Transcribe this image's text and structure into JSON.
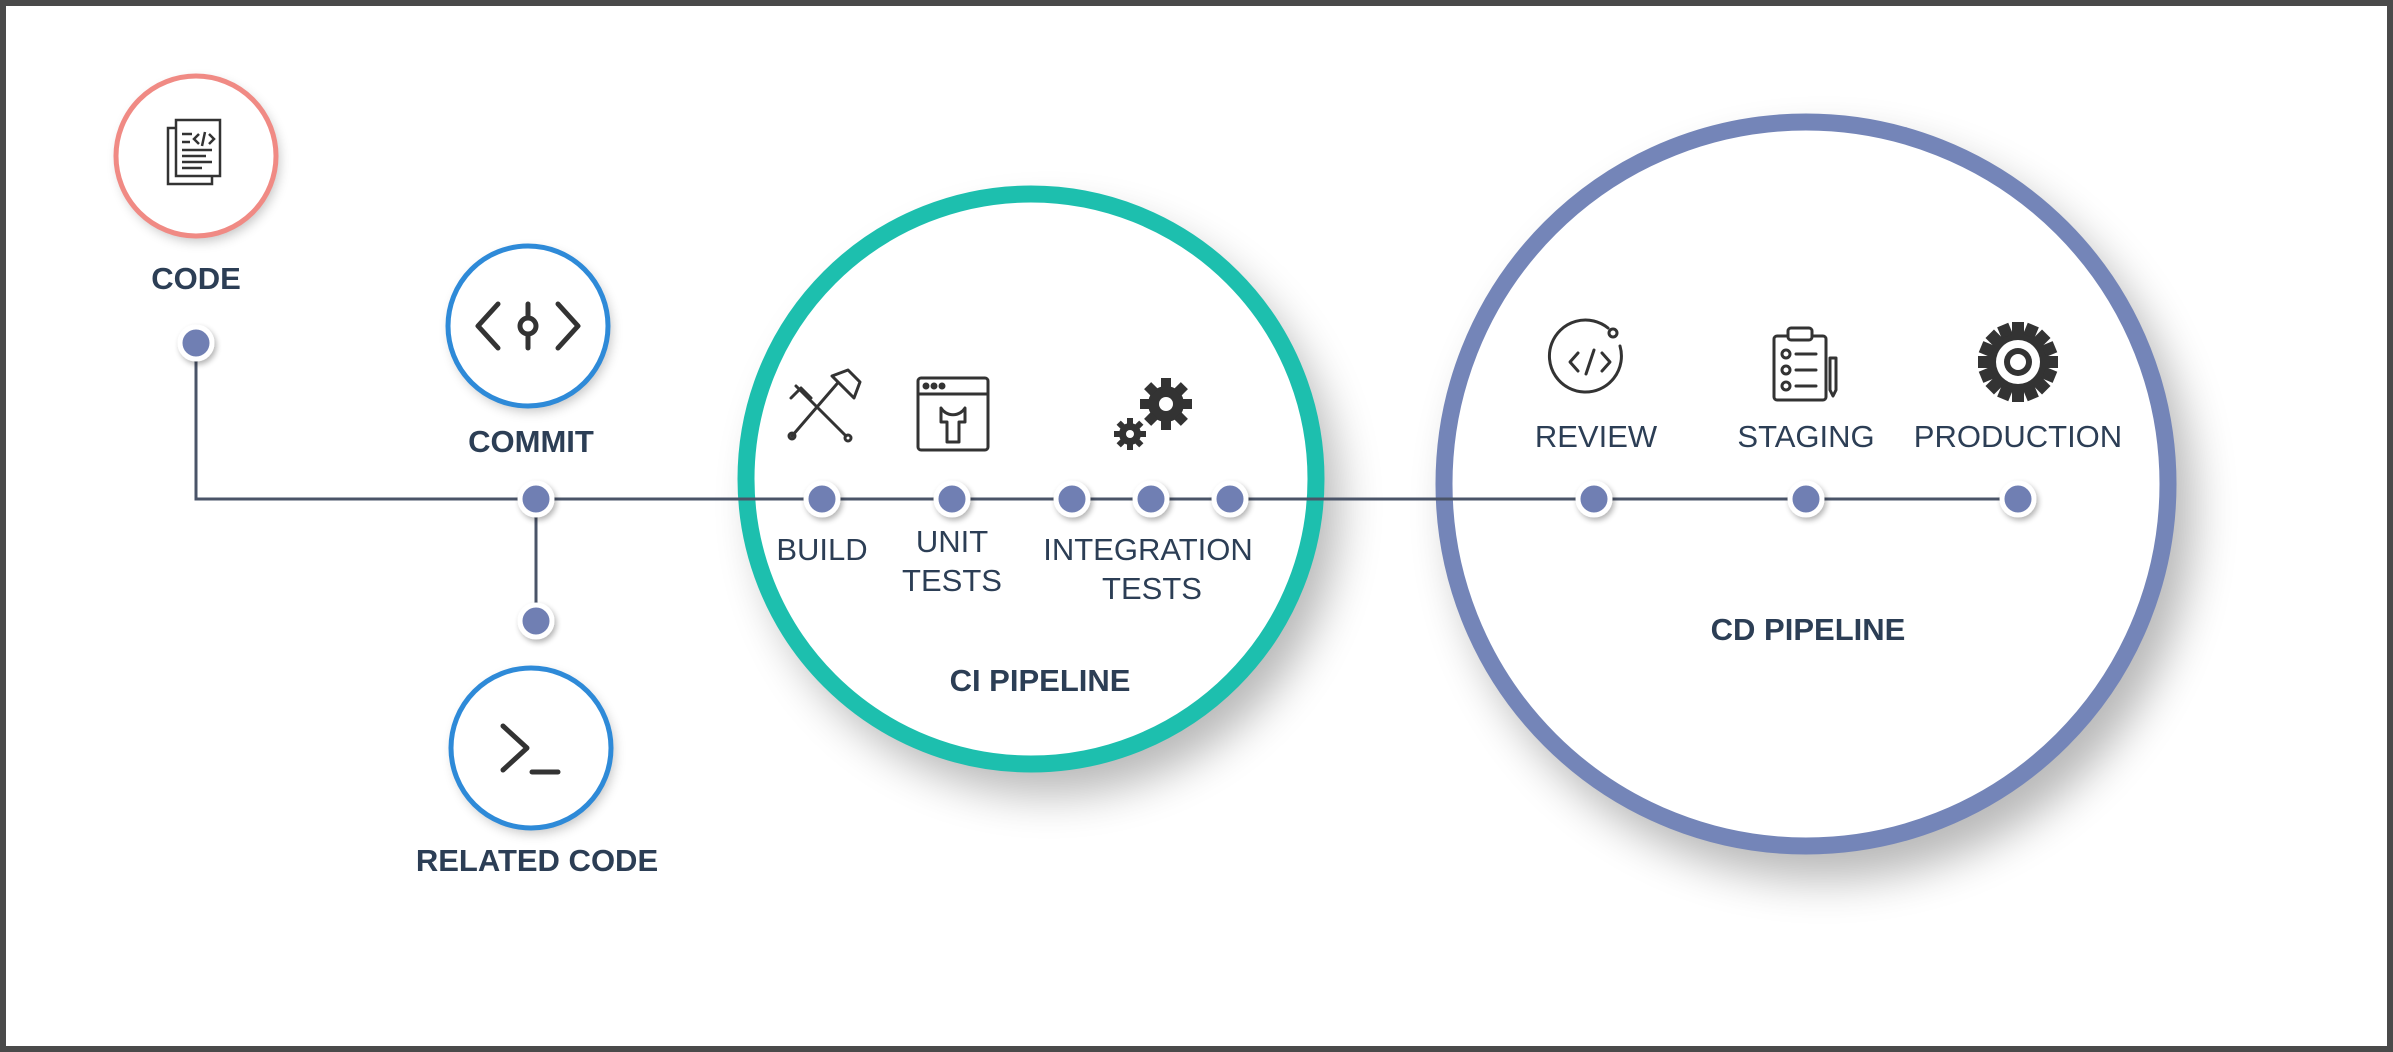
{
  "stages": {
    "code": "CODE",
    "commit": "COMMIT",
    "related_code": "RELATED CODE"
  },
  "ci_pipeline": {
    "title": "CI PIPELINE",
    "build": "BUILD",
    "unit_tests_line1": "UNIT",
    "unit_tests_line2": "TESTS",
    "integration_tests_line1": "INTEGRATION",
    "integration_tests_line2": "TESTS"
  },
  "cd_pipeline": {
    "title": "CD PIPELINE",
    "review": "REVIEW",
    "staging": "STAGING",
    "production": "PRODUCTION"
  },
  "icons": {
    "code": "code-document-icon",
    "commit": "commit-icon",
    "related_code": "terminal-prompt-icon",
    "build": "hammer-wrench-icon",
    "unit_tests": "browser-wrench-icon",
    "integration_tests": "gears-icon",
    "review": "code-review-icon",
    "staging": "clipboard-checklist-icon",
    "production": "gear-icon"
  },
  "colors": {
    "code_ring": "#f08a84",
    "commit_ring": "#2e8ad8",
    "ci_ring": "#1dbfae",
    "cd_ring": "#7485b8",
    "node_dot": "#6f7fb3",
    "line": "#4a5468",
    "text": "#2c3e55"
  }
}
